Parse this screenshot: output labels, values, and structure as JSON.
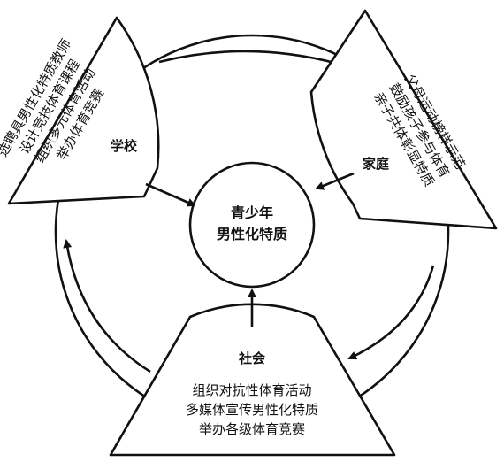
{
  "center": {
    "line1": "青少年",
    "line2": "男性化特质"
  },
  "school": {
    "label": "学校",
    "lines": [
      "选聘具男性化特质教师",
      "设计竞技体育课程",
      "组织多元体育活动",
      "举办体育竞赛"
    ]
  },
  "family": {
    "label": "家庭",
    "lines": [
      "父母运动榜样示范",
      "鼓励孩子参与体育",
      "亲子共体彰显特质"
    ]
  },
  "society": {
    "label": "社会",
    "lines": [
      "组织对抗性体育活动",
      "多媒体宣传男性化特质",
      "举办各级体育竞赛"
    ]
  }
}
